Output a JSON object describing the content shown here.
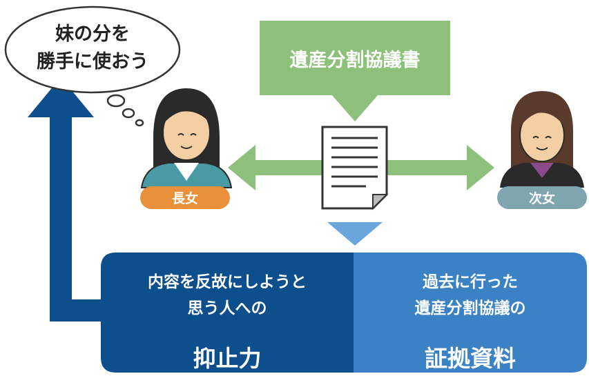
{
  "thought_bubble": {
    "line1": "妹の分を",
    "line2": "勝手に使おう"
  },
  "document": {
    "label": "遺産分割協議書"
  },
  "people": {
    "eldest": {
      "label": "長女",
      "color": "#e8903a"
    },
    "second": {
      "label": "次女",
      "color": "#7fa5b0"
    }
  },
  "panel_left": {
    "line1": "内容を反故にしようと",
    "line2": "思う人への",
    "emphasis": "抑止力",
    "color": "#0d4e8c"
  },
  "panel_right": {
    "line1": "過去に行った",
    "line2": "遺産分割協議の",
    "emphasis": "証拠資料",
    "color": "#3a82c4"
  },
  "colors": {
    "green": "#8dc07a",
    "arrow_blue": "#0d4e8c",
    "triangle": "#6aa6dc"
  }
}
